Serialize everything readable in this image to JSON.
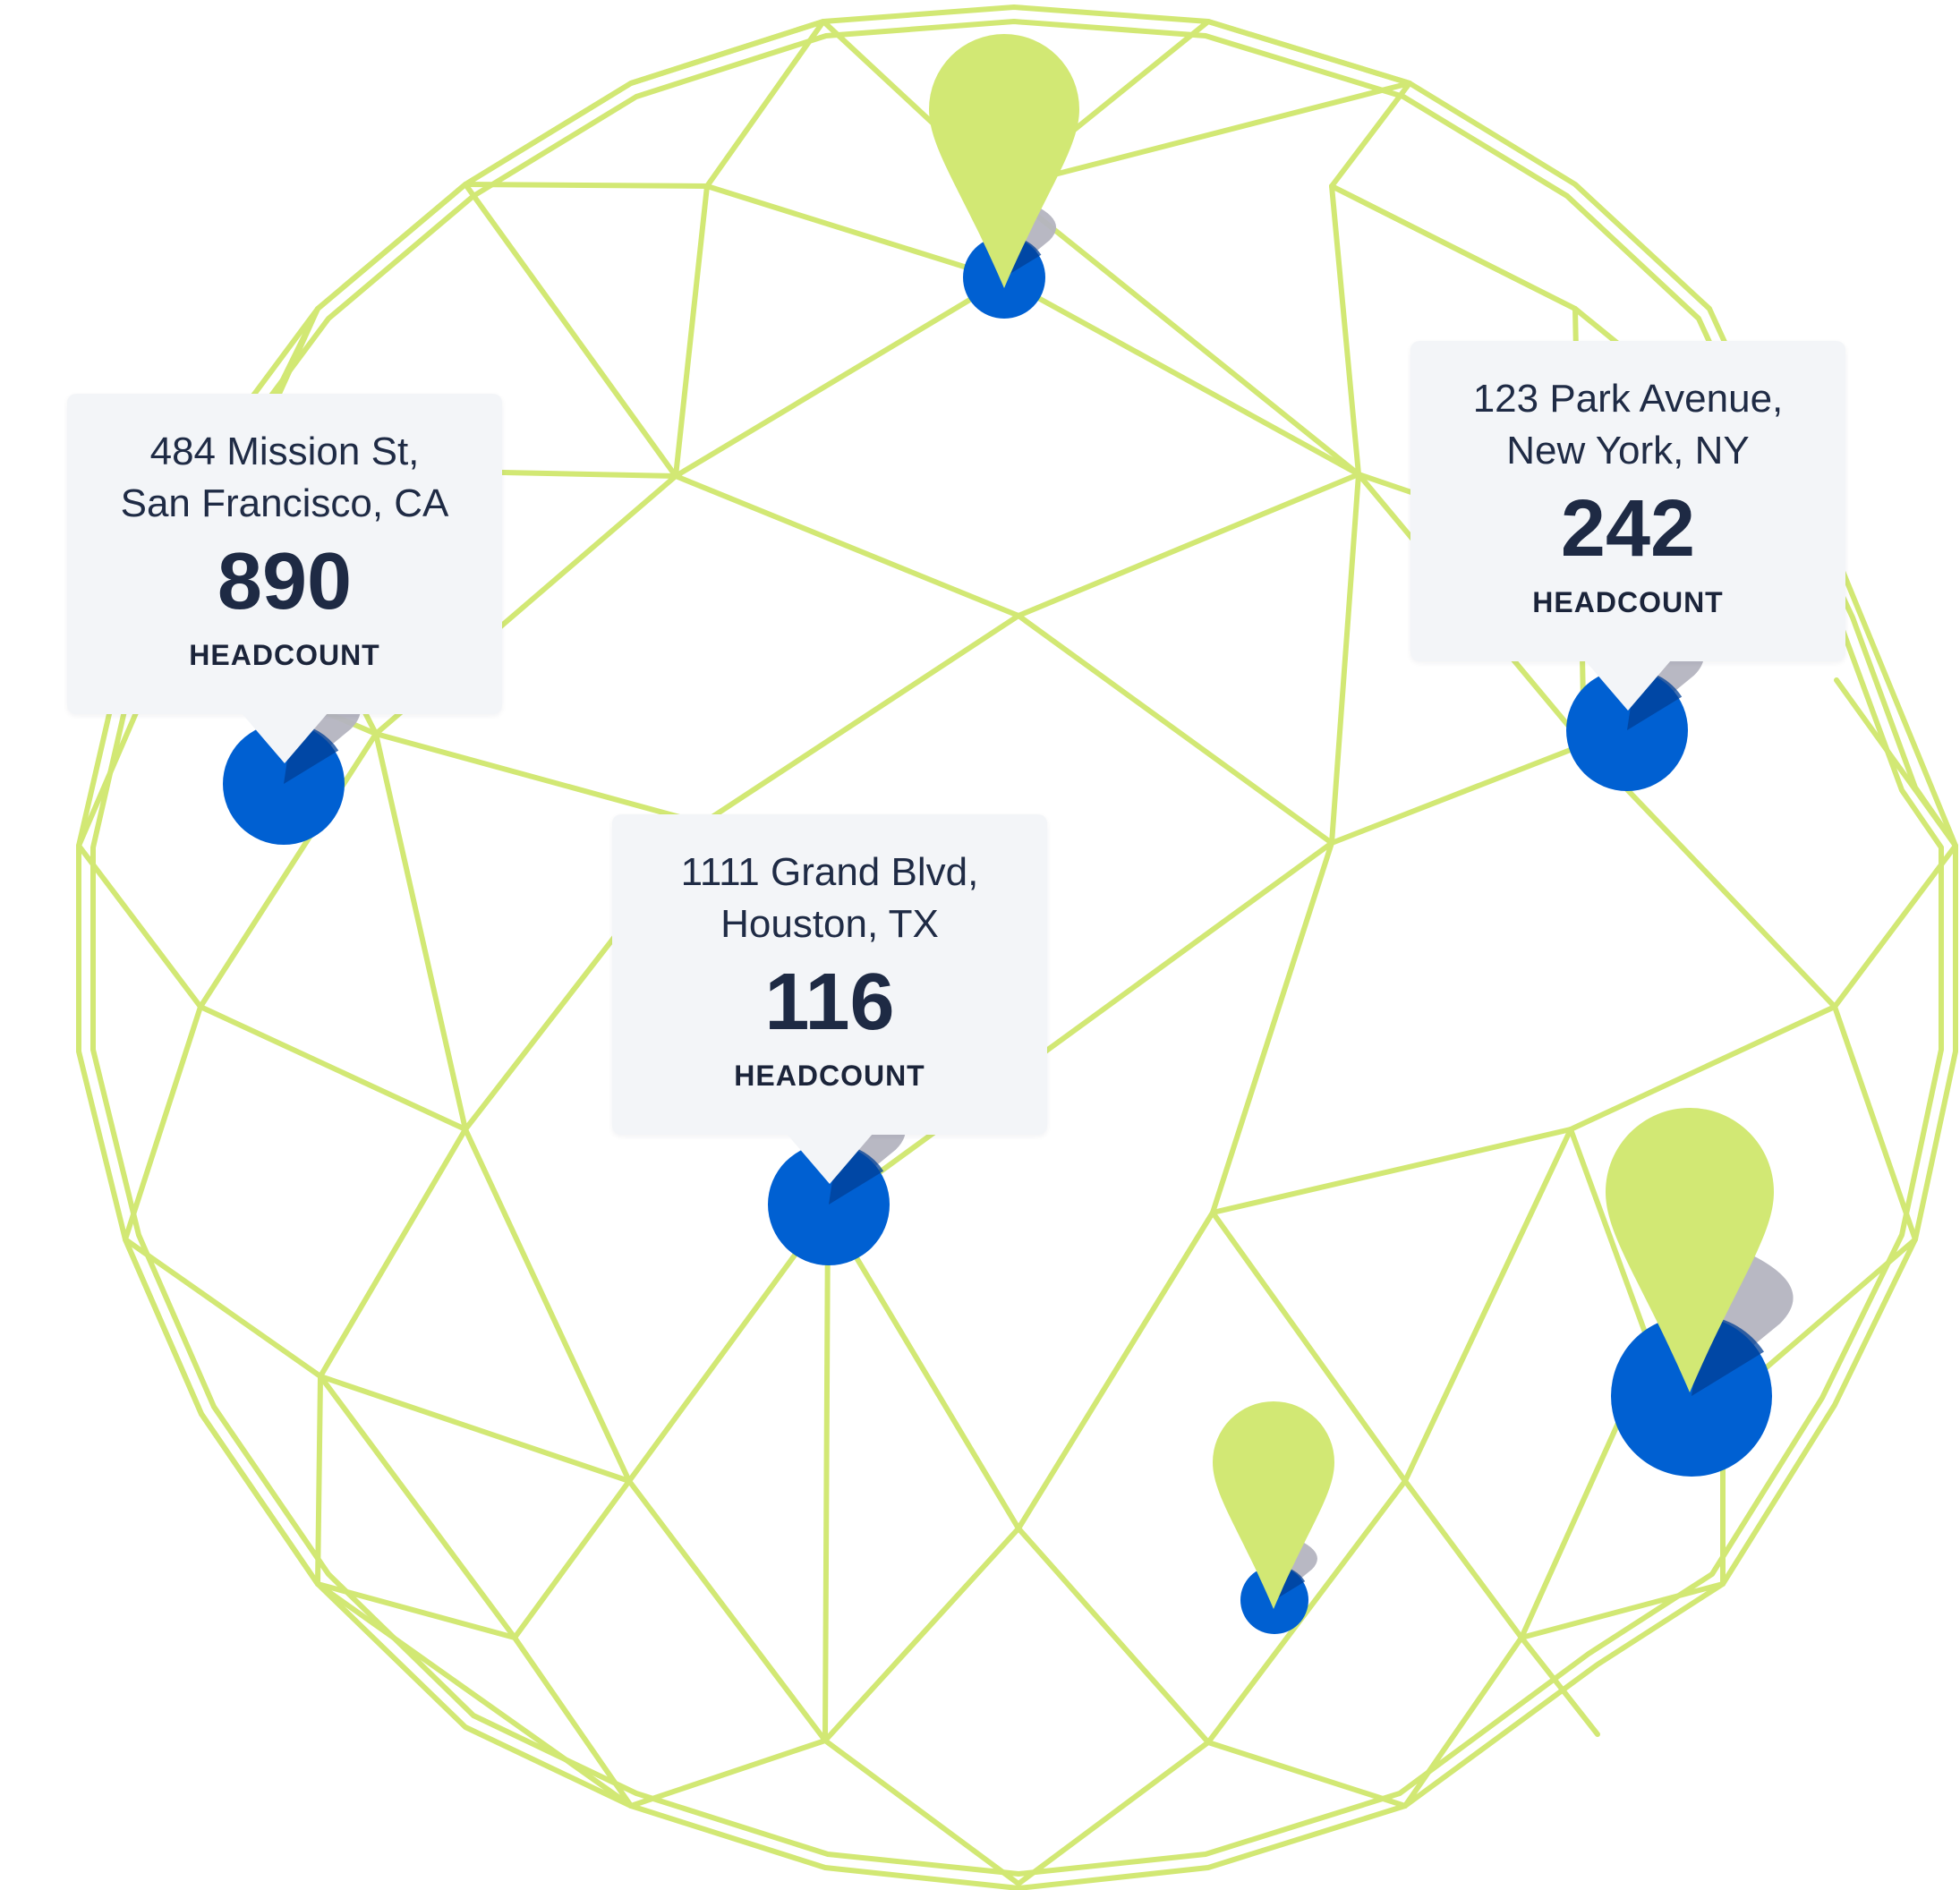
{
  "colors": {
    "mesh": "#d2e874",
    "pin_fill": "#d2e874",
    "marker_dot": "#0060d2",
    "marker_shadow": "#b4b4c0",
    "card_bg": "#f3f5f8",
    "text_primary": "#1e2a44"
  },
  "locations": [
    {
      "address": "484 Mission St,\nSan Francisco, CA",
      "headcount": "890",
      "label": "HEADCOUNT"
    },
    {
      "address": "123 Park Avenue,\nNew York, NY",
      "headcount": "242",
      "label": "HEADCOUNT"
    },
    {
      "address": "1111 Grand Blvd,\nHouston, TX",
      "headcount": "116",
      "label": "HEADCOUNT"
    }
  ],
  "pins": [
    {
      "icon": "map-pin-icon",
      "size": "medium"
    },
    {
      "icon": "map-pin-icon",
      "size": "large"
    },
    {
      "icon": "map-pin-icon",
      "size": "small"
    }
  ]
}
